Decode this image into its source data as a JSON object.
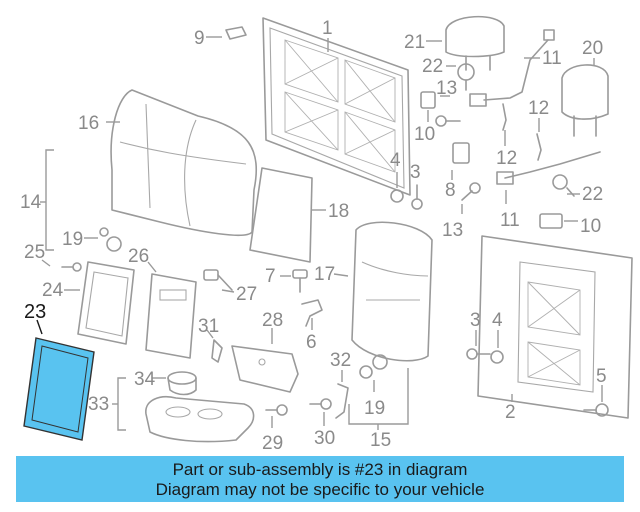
{
  "callouts": {
    "c1": "1",
    "c2": "2",
    "c3a": "3",
    "c3b": "3",
    "c4a": "4",
    "c4b": "4",
    "c5": "5",
    "c6": "6",
    "c7": "7",
    "c8": "8",
    "c9": "9",
    "c10a": "10",
    "c10b": "10",
    "c11a": "11",
    "c11b": "11",
    "c12a": "12",
    "c12b": "12",
    "c13a": "13",
    "c13b": "13",
    "c14": "14",
    "c15": "15",
    "c16": "16",
    "c17": "17",
    "c18": "18",
    "c19a": "19",
    "c19b": "19",
    "c20": "20",
    "c21": "21",
    "c22a": "22",
    "c22b": "22",
    "c23": "23",
    "c24": "24",
    "c25": "25",
    "c26": "26",
    "c27": "27",
    "c28": "28",
    "c29": "29",
    "c30": "30",
    "c31": "31",
    "c32": "32",
    "c33": "33",
    "c34": "34"
  },
  "highlight": {
    "part": "23",
    "color": "#59c3f0"
  },
  "banner": {
    "line1": "Part or sub-assembly is #23 in diagram",
    "line2": "Diagram may not be specific to your vehicle",
    "color": "#59c3f0"
  }
}
